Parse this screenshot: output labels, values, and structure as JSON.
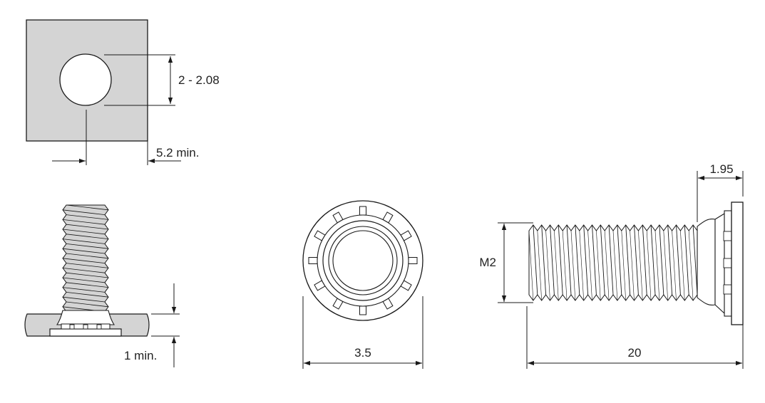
{
  "dimensions": {
    "hole_diameter": "2 - 2.08",
    "edge_distance": "5.2 min.",
    "sheet_thickness": "1 min.",
    "head_diameter": "3.5",
    "thread": "M2",
    "head_height": "1.95",
    "length": "20"
  },
  "colors": {
    "line": "#1a1a1a",
    "fill": "#d4d4d4",
    "background": "#ffffff"
  }
}
